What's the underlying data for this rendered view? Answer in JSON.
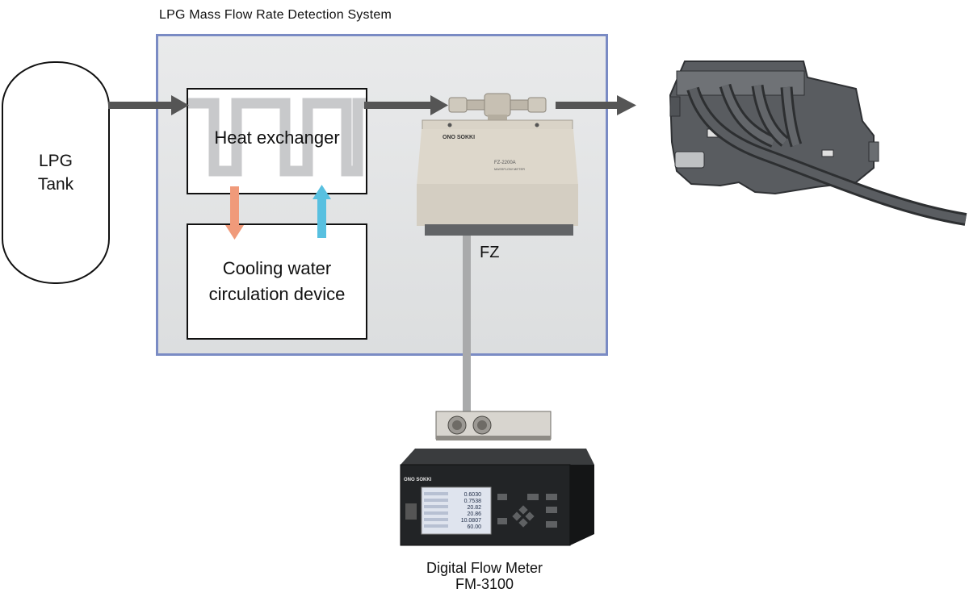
{
  "title": "LPG Mass Flow Rate Detection System",
  "tank": {
    "line1": "LPG",
    "line2": "Tank"
  },
  "heat_exchanger": {
    "label": "Heat exchanger"
  },
  "cooling": {
    "line1": "Cooling water",
    "line2": "circulation device"
  },
  "sensor": {
    "label": "FZ",
    "brand": "ONO SOKKI",
    "model": "FZ-2200A",
    "subtitle": "MASSFLOW METER"
  },
  "meter": {
    "line1": "Digital Flow Meter",
    "line2": "FM-3100",
    "brand": "ONO SOKKI",
    "screen_values": [
      "0.6030",
      "0.7538",
      "20.82",
      "20.86",
      "10.0807",
      "60.00"
    ]
  },
  "colors": {
    "system_border": "#7a8bc4",
    "arrow": "#555555",
    "warm_arrow": "#f09a7a",
    "cool_arrow": "#58c0e0",
    "pipe": "#c8c9cb",
    "cable": "#a9aaab"
  }
}
